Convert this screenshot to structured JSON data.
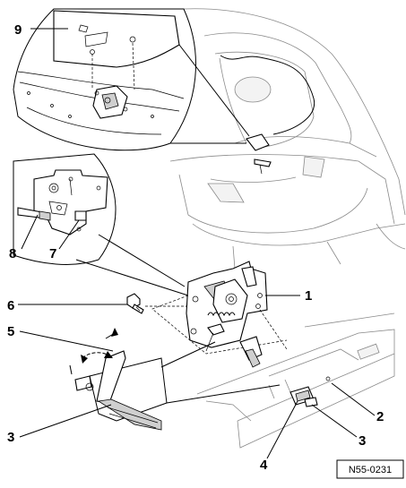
{
  "figure": {
    "reference": "N55-0231",
    "callouts": [
      "1",
      "2",
      "3",
      "3",
      "4",
      "5",
      "6",
      "7",
      "8",
      "9"
    ]
  }
}
